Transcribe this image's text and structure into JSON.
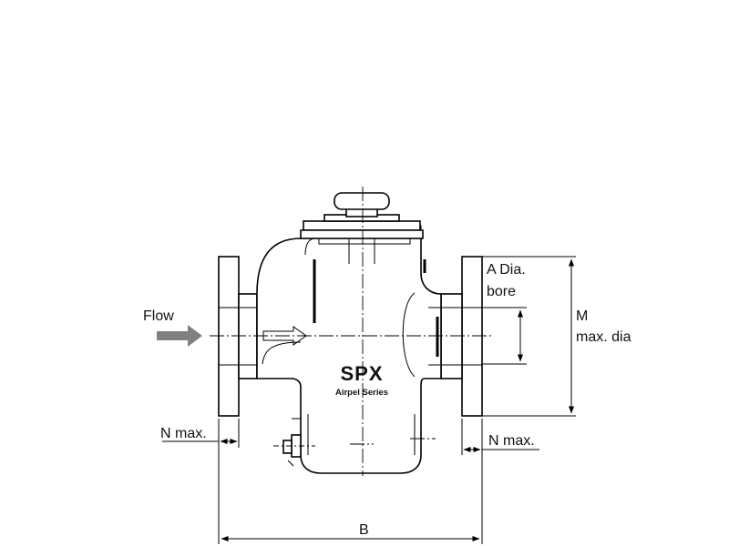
{
  "labels": {
    "flow": "Flow",
    "a_dia_line1": "A Dia.",
    "a_dia_line2": "bore",
    "m_line1": "M",
    "m_line2": "max. dia",
    "n_max_left": "N max.",
    "n_max_right": "N max.",
    "b": "B"
  },
  "brand": {
    "name": "SPX",
    "series": "Airpel Series"
  },
  "colors": {
    "flow_arrow": "#808080",
    "line": "#000000"
  }
}
